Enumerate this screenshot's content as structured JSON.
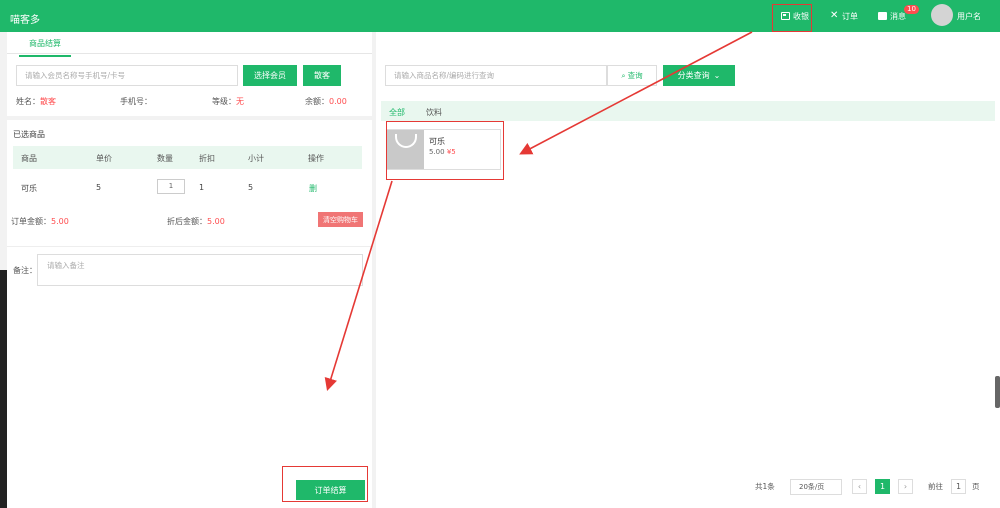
{
  "header": {
    "logo": "喵客多",
    "items": [
      {
        "icon": "monitor-icon",
        "label": "收银"
      },
      {
        "icon": "close-icon",
        "label": "订单"
      },
      {
        "icon": "chat-icon",
        "label": "消息",
        "badge": "10"
      }
    ],
    "user": "用户名"
  },
  "left": {
    "tab": "商品结算",
    "member_search_placeholder": "请输入会员名称号手机号/卡号",
    "member_select_label": "选择会员",
    "clear_label": "散客",
    "info": {
      "name_label": "姓名：",
      "name_value": "散客",
      "phone_label": "手机号：",
      "phone_value": "",
      "level_label": "等级：",
      "level_value": "无",
      "balance_label": "余额：",
      "balance_value": "0.00"
    },
    "selected_title": "已选商品",
    "table": {
      "headers": [
        "商品",
        "单价",
        "数量",
        "折扣",
        "小计",
        "操作"
      ],
      "rows": [
        {
          "name": "可乐",
          "price": "5",
          "qty": "1",
          "discount": "1",
          "subtotal": "5",
          "action": "删"
        }
      ]
    },
    "totals": {
      "order_label": "订单金额：",
      "order_value": "5.00",
      "discount_label": "折后金额：",
      "discount_value": "5.00",
      "clear_button": "清空购物车"
    },
    "remark_label": "备注：",
    "remark_placeholder": "请输入备注",
    "checkout_label": "订单结算"
  },
  "right": {
    "search_placeholder": "请输入商品名称/编码进行查询",
    "search_button": "查询",
    "category_button": "分类查询",
    "categories": [
      {
        "label": "全部",
        "active": true
      },
      {
        "label": "饮料",
        "active": false
      }
    ],
    "products": [
      {
        "name": "可乐",
        "price_old": "5.00",
        "price_new": "¥5"
      }
    ],
    "pagination": {
      "total": "共1条",
      "per_page": "20条/页",
      "current": "1",
      "goto_label": "前往",
      "goto_value": "1",
      "page_suffix": "页"
    }
  },
  "colors": {
    "brand": "#1fb86a",
    "accent_red": "#e53935"
  }
}
